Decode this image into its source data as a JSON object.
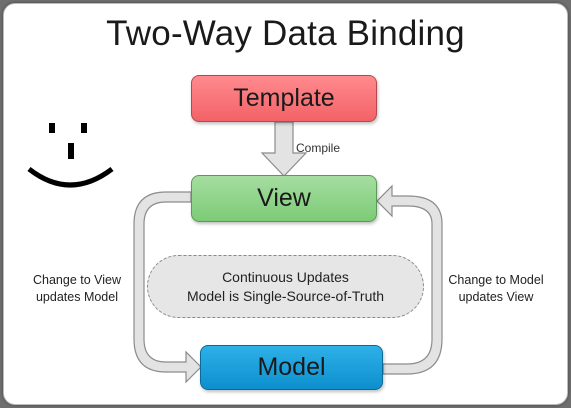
{
  "title": "Two-Way Data Binding",
  "nodes": {
    "template": "Template",
    "view": "View",
    "model": "Model"
  },
  "edges": {
    "compile": "Compile",
    "view_to_model": {
      "line1": "Change to View",
      "line2": "updates Model"
    },
    "model_to_view": {
      "line1": "Change to Model",
      "line2": "updates View"
    }
  },
  "center_note": {
    "line1": "Continuous Updates",
    "line2": "Model is Single-Source-of-Truth"
  },
  "decoration": {
    "smiley_icon": "smiley-face-icon"
  },
  "colors": {
    "template": "#f26267",
    "view": "#7ccb76",
    "model": "#0c8fcd",
    "arrow_fill": "#e3e3e3",
    "arrow_stroke": "#8c8c8c"
  }
}
